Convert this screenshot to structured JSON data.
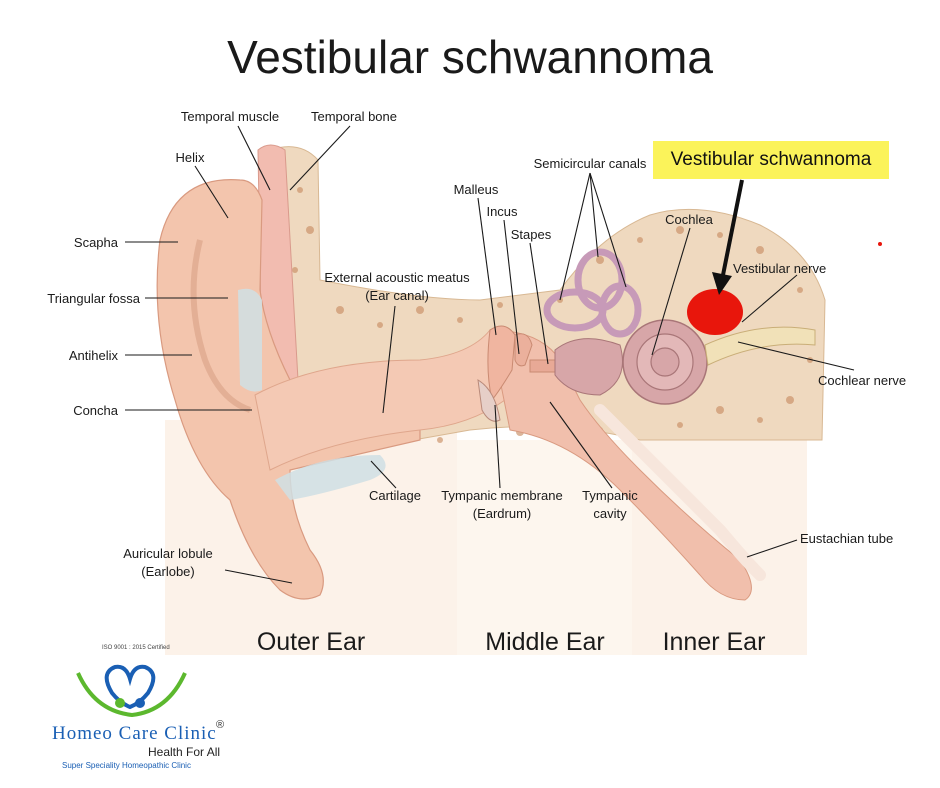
{
  "title": "Vestibular schwannoma",
  "callout": "Vestibular schwannoma",
  "labels": {
    "temporal_muscle": "Temporal muscle",
    "temporal_bone": "Temporal bone",
    "helix": "Helix",
    "scapha": "Scapha",
    "triangular_fossa": "Triangular fossa",
    "antihelix": "Antihelix",
    "concha": "Concha",
    "auricular_lobule": "Auricular lobule",
    "earlobe": "(Earlobe)",
    "ext_meatus": "External acoustic meatus",
    "ear_canal": "(Ear canal)",
    "malleus": "Malleus",
    "incus": "Incus",
    "stapes": "Stapes",
    "semicircular": "Semicircular canals",
    "cochlea": "Cochlea",
    "vestibular_nerve": "Vestibular nerve",
    "cochlear_nerve": "Cochlear nerve",
    "cartilage": "Cartilage",
    "tympanic_membrane": "Tympanic membrane",
    "eardrum": "(Eardrum)",
    "tympanic": "Tympanic",
    "cavity": "cavity",
    "eustachian": "Eustachian tube"
  },
  "regions": {
    "outer": "Outer Ear",
    "middle": "Middle Ear",
    "inner": "Inner Ear"
  },
  "logo": {
    "iso": "ISO 9001 : 2015 Certified",
    "name": "Homeo Care Clinic",
    "registered": "®",
    "tagline": "Health For All",
    "subtitle": "Super Speciality Homeopathic Clinic"
  },
  "colors": {
    "tumor": "#e8160c",
    "callout_bg": "#fbf35a",
    "logo_blue": "#1a5fb4",
    "logo_green": "#5cb82e"
  }
}
